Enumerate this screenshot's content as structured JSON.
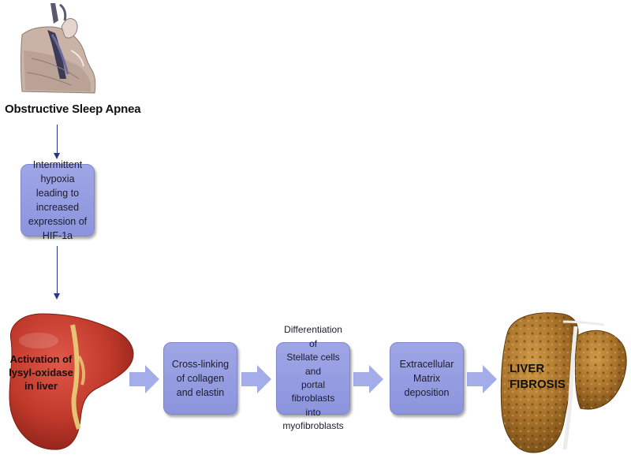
{
  "source": {
    "title": "Obstructive Sleep Apnea",
    "icon": "sleep-apnea-head-cross-section-icon"
  },
  "steps": {
    "hypoxia": "Intermittent hypoxia\nleading to increased\nexpression of HIF-1a",
    "activation": "Activation of\nlysyl-oxidase\nin liver",
    "crosslinking": "Cross-linking\nof collagen\nand elastin",
    "differentiation": "Differentiation of\nStellate cells and\nportal fibroblasts\ninto myofibroblasts",
    "ecm": "Extracellular\nMatrix\ndeposition"
  },
  "outcome": {
    "label": "LIVER\nFIBROSIS",
    "icon": "fibrotic-liver-icon"
  },
  "colors": {
    "box_fill": "#949be1",
    "arrow_fill": "#a4acea",
    "connector": "#28368c",
    "healthy_liver": "#c0392b",
    "fibrotic_liver": "#b07a2c"
  }
}
